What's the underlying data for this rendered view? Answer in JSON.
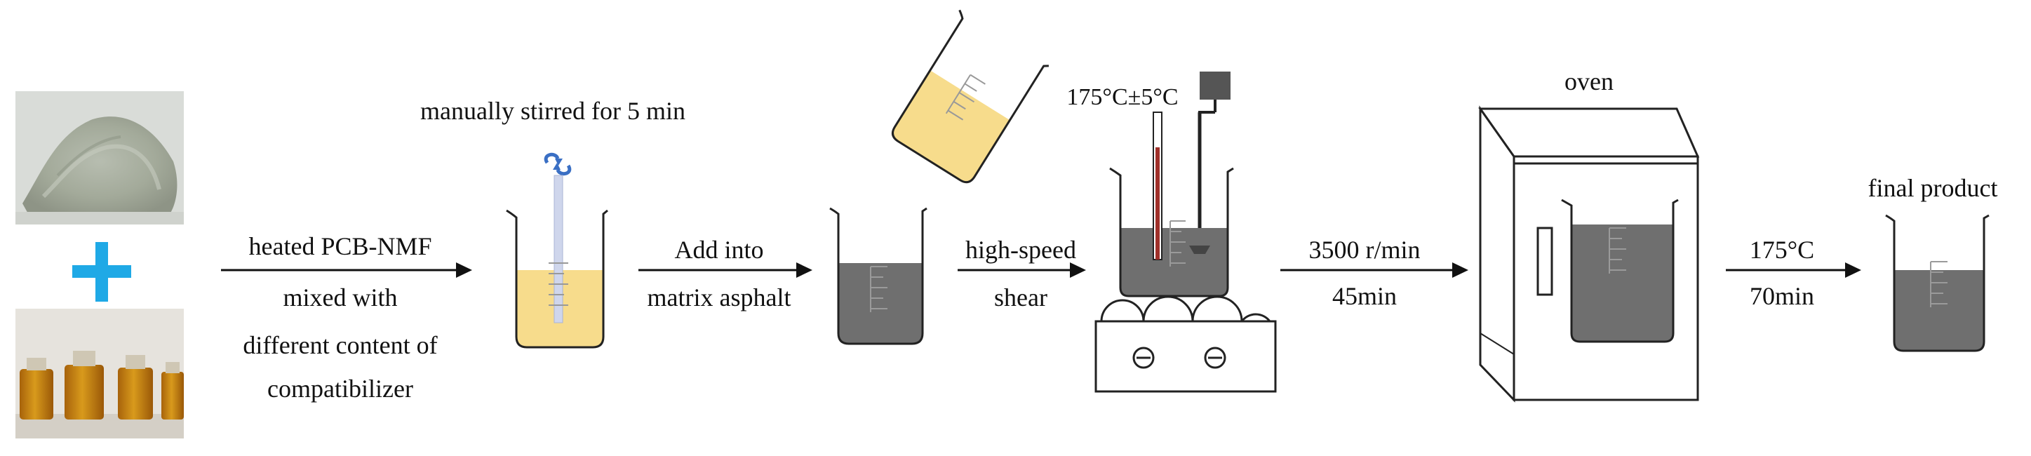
{
  "steps": {
    "step1": {
      "lines": [
        "heated PCB-NMF",
        "mixed with",
        "different content of",
        "compatibilizer"
      ]
    },
    "stir_note": "manually stirred for 5 min",
    "step2": {
      "lines": [
        "Add into",
        "matrix asphalt"
      ]
    },
    "step3": {
      "lines": [
        "high-speed",
        "shear"
      ],
      "temperature": "175°C±5°C"
    },
    "step4": {
      "lines": [
        "3500 r/min",
        "45min"
      ]
    },
    "oven_label": "oven",
    "step5": {
      "lines": [
        "175°C",
        "70min"
      ]
    },
    "final_label": "final product"
  },
  "colors": {
    "plus": "#1fa9e6",
    "yellow_liquid": "#f7dc8c",
    "asphalt": "#6f6f6f",
    "stir_arrow": "#3a6fc4",
    "thermometer": "#a0302a"
  },
  "icons": {
    "plus": "plus-icon",
    "stir": "rotate-arrows-icon"
  }
}
